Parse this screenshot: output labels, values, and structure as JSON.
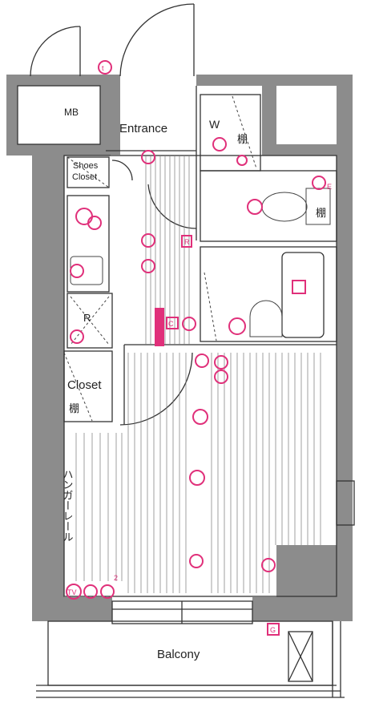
{
  "rooms": {
    "mb": "MB",
    "entrance": "Entrance",
    "washer": "W",
    "washer_shelf": "棚",
    "shoes_closet_line1": "Shoes",
    "shoes_closet_line2": "Closet",
    "toilet_shelf": "棚",
    "refrigerator": "R",
    "closet": "Closet",
    "closet_shelf": "棚",
    "hanger_rail": "ハンガーレール",
    "balcony": "Balcony"
  },
  "symbols": {
    "telephone": "t",
    "range_hood": "R",
    "cooker": "C",
    "gas": "G",
    "tv": "TV",
    "outlet_count": "2",
    "earth": "E"
  },
  "colors": {
    "wall": "#8c8c8c",
    "symbol": "#e0307a",
    "line": "#333333"
  }
}
